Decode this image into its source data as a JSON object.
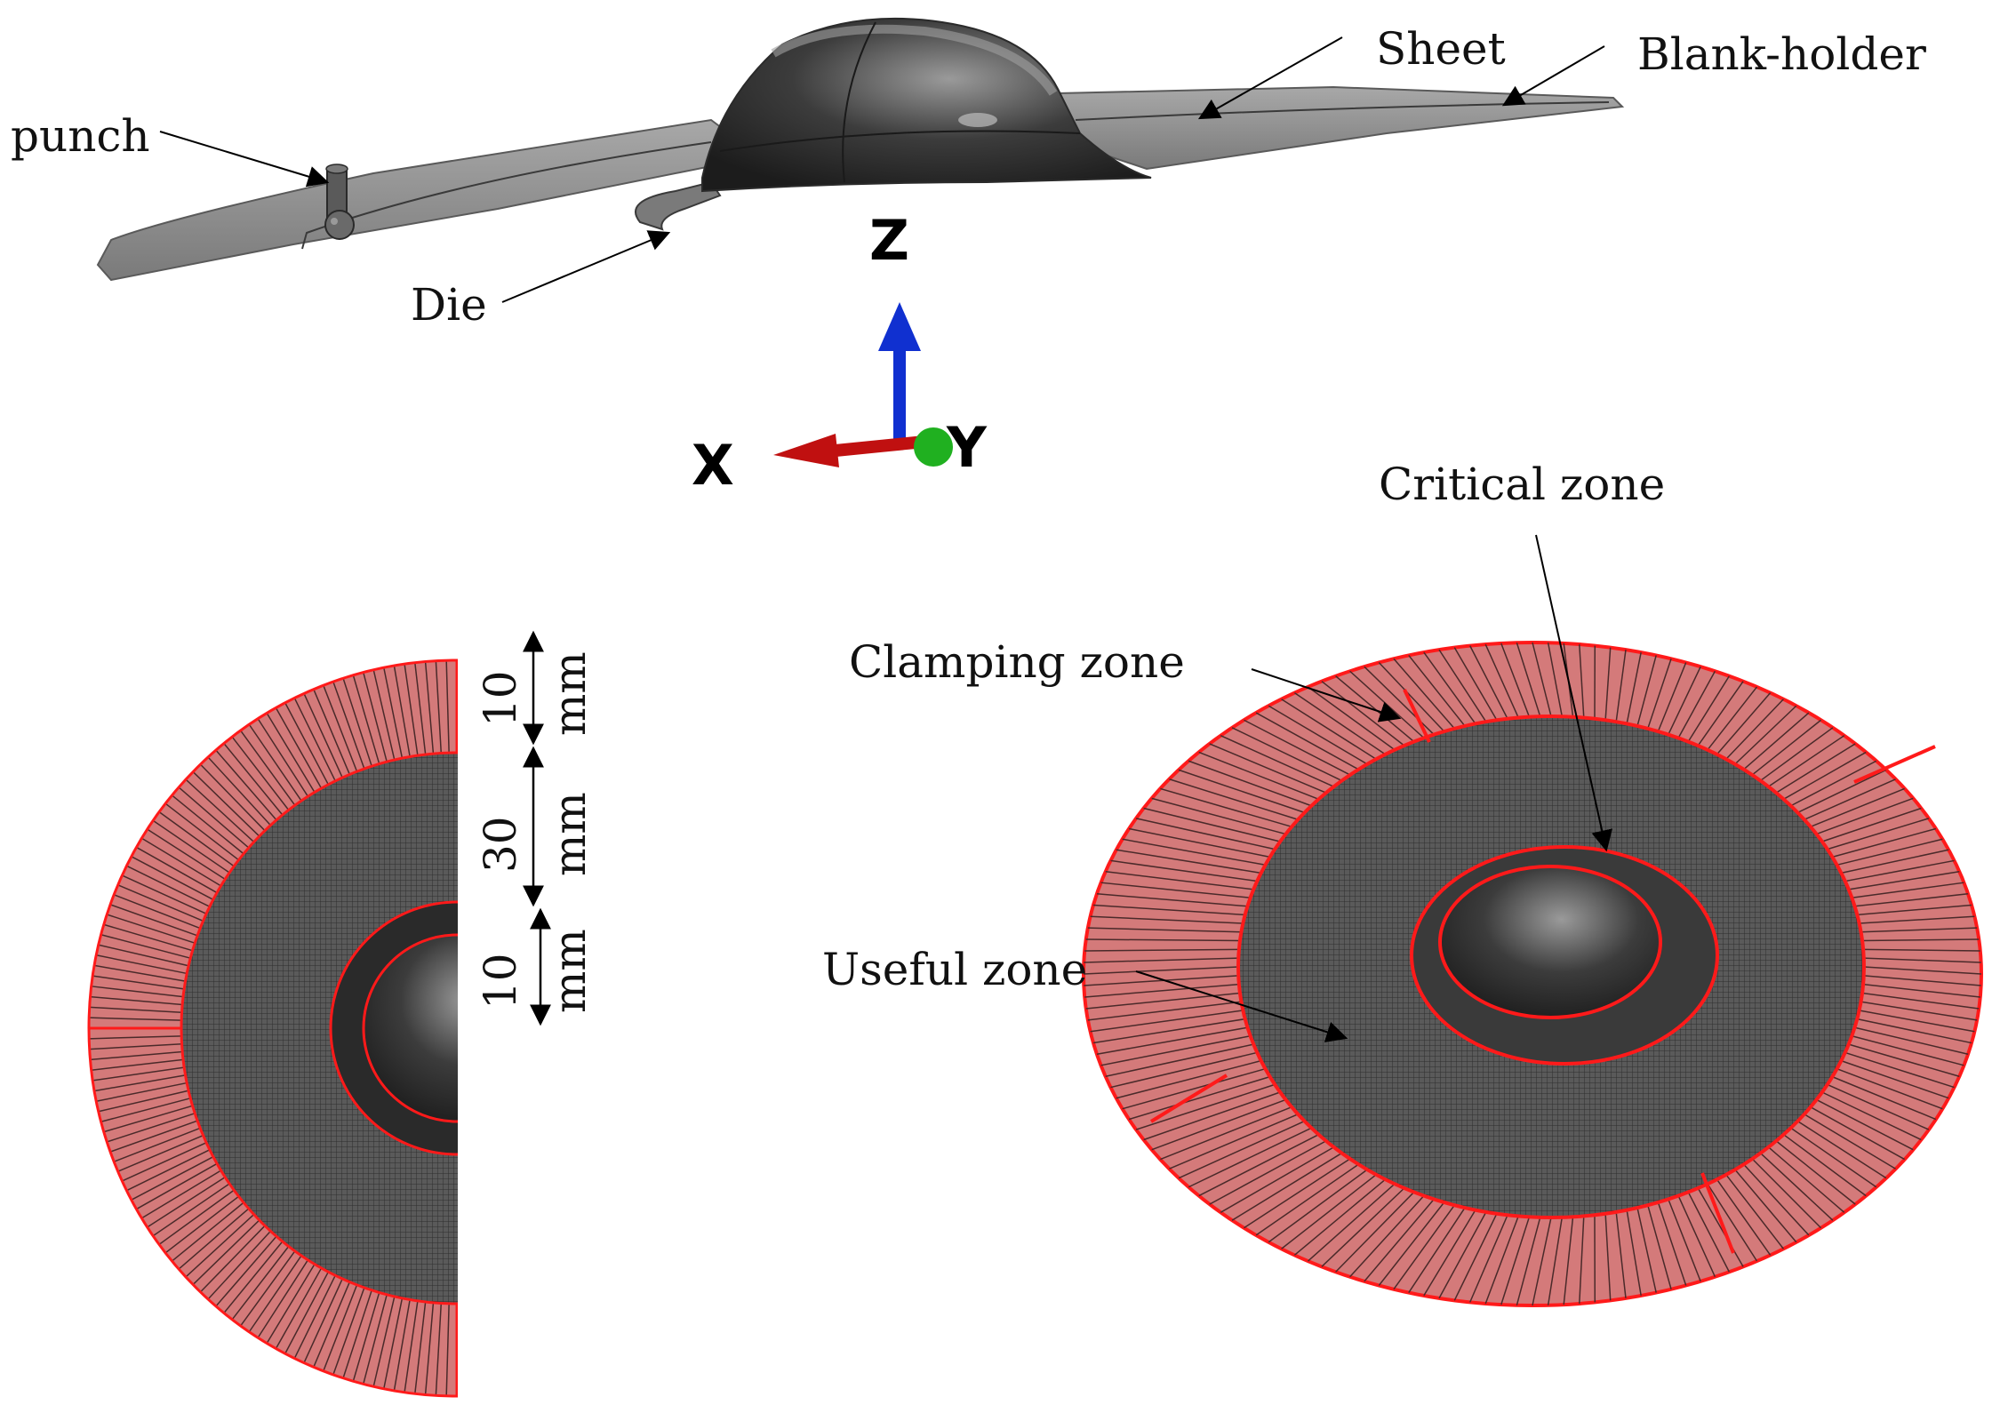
{
  "labels": {
    "punch": "punch",
    "die": "Die",
    "sheet": "Sheet",
    "blank_holder": "Blank-holder",
    "critical_zone": "Critical zone",
    "clamping_zone": "Clamping zone",
    "useful_zone": "Useful zone"
  },
  "axes": {
    "z": "Z",
    "x": "X",
    "y": "Y"
  },
  "dimensions": [
    {
      "value": "10",
      "unit": "mm"
    },
    {
      "value": "30",
      "unit": "mm"
    },
    {
      "value": "10",
      "unit": "mm"
    }
  ],
  "colors": {
    "zone_fill": "#d47a7a",
    "zone_edge": "#ff1a1a",
    "mesh": "#4a4a4a",
    "tool_gray": "#8c8c8c",
    "axis_x": "#c01010",
    "axis_y": "#20b020",
    "axis_z": "#1030d0"
  }
}
